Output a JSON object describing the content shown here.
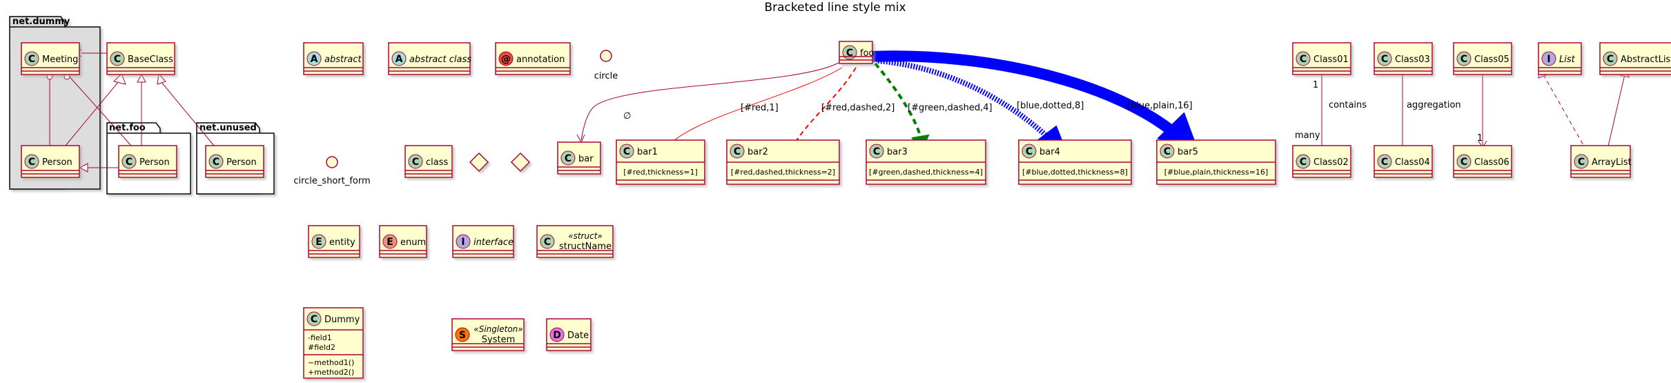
{
  "title": "Bracketed line style mix",
  "colors": {
    "class_fill": "#FEFECE",
    "class_border": "#A80036",
    "pkg_fill": "#DDDDDD",
    "circle_c": "#ADD1B2",
    "circle_a": "#A9DCDF",
    "circle_at": "#E74C3C",
    "circle_i": "#B4A7E5",
    "circle_e_entity": "#B4D7B2",
    "circle_e_enum": "#EB937F",
    "circle_s": "#FF7700",
    "circle_d": "#E572E5",
    "red": "#FF0000",
    "green": "#008000",
    "blue": "#0000FF"
  },
  "packages": {
    "dummy": {
      "label": "net.dummy"
    },
    "foo": {
      "label": "net.foo"
    },
    "unused": {
      "label": "net.unused"
    }
  },
  "classes": {
    "meeting": {
      "letter": "C",
      "name": "Meeting"
    },
    "baseclass": {
      "letter": "C",
      "name": "BaseClass"
    },
    "person_dummy": {
      "letter": "C",
      "name": "Person"
    },
    "person_foo": {
      "letter": "C",
      "name": "Person"
    },
    "person_unused": {
      "letter": "C",
      "name": "Person"
    },
    "abstract": {
      "letter": "A",
      "name": "abstract"
    },
    "abstract_class": {
      "letter": "A",
      "name": "abstract class"
    },
    "annotation": {
      "letter": "@",
      "name": "annotation"
    },
    "class": {
      "letter": "C",
      "name": "class"
    },
    "bar": {
      "letter": "C",
      "name": "bar"
    },
    "foo": {
      "letter": "C",
      "name": "foo"
    },
    "bar1": {
      "letter": "C",
      "name": "bar1",
      "body": "[#red,thickness=1]"
    },
    "bar2": {
      "letter": "C",
      "name": "bar2",
      "body": "[#red,dashed,thickness=2]"
    },
    "bar3": {
      "letter": "C",
      "name": "bar3",
      "body": "[#green,dashed,thickness=4]"
    },
    "bar4": {
      "letter": "C",
      "name": "bar4",
      "body": "[#blue,dotted,thickness=8]"
    },
    "bar5": {
      "letter": "C",
      "name": "bar5",
      "body": "[#blue,plain,thickness=16]"
    },
    "class01": {
      "letter": "C",
      "name": "Class01"
    },
    "class02": {
      "letter": "C",
      "name": "Class02"
    },
    "class03": {
      "letter": "C",
      "name": "Class03"
    },
    "class04": {
      "letter": "C",
      "name": "Class04"
    },
    "class05": {
      "letter": "C",
      "name": "Class05"
    },
    "class06": {
      "letter": "C",
      "name": "Class06"
    },
    "list": {
      "letter": "I",
      "name": "List"
    },
    "abstractlist": {
      "letter": "C",
      "name": "AbstractList"
    },
    "arraylist": {
      "letter": "C",
      "name": "ArrayList"
    },
    "entity": {
      "letter": "E",
      "name": "entity"
    },
    "enum": {
      "letter": "E",
      "name": "enum"
    },
    "interface": {
      "letter": "I",
      "name": "interface"
    },
    "structname": {
      "letter": "C",
      "name": "structName",
      "stereotype": "«struct»"
    },
    "dummy": {
      "letter": "C",
      "name": "Dummy",
      "fields": [
        "-field1",
        "#field2"
      ],
      "methods": [
        "~method1()",
        "+method2()"
      ]
    },
    "system": {
      "letter": "S",
      "name": "System",
      "stereotype": "«Singleton»"
    },
    "date": {
      "letter": "D",
      "name": "Date"
    }
  },
  "circles": {
    "circle": {
      "label": "circle"
    },
    "circle_short_form": {
      "label": "circle_short_form"
    }
  },
  "edge_labels": {
    "empty_set": "∅",
    "red1": "[#red,1]",
    "red2": "[#red,dashed,2]",
    "green4": "[#green,dashed,4]",
    "blue8": "[blue,dotted,8]",
    "blue16": "[blue,plain,16]",
    "one": "1",
    "many": "many",
    "contains": "contains",
    "aggregation": "aggregation",
    "one_b": "1"
  }
}
